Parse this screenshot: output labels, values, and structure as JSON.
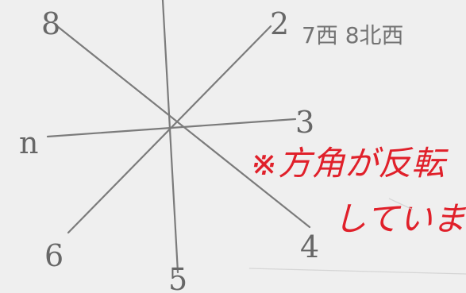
{
  "diagram": {
    "numbers": {
      "n8": "8",
      "n2": "2",
      "n7": "n",
      "n3": "3",
      "n6": "6",
      "n5": "5",
      "n4": "4"
    },
    "note_pencil": "7西 8北西",
    "note_red_line1": "※方角が反転",
    "note_red_line2": "しています",
    "colors": {
      "paper": "#efefef",
      "pencil": "#7a7a7a",
      "red_pen": "#e0202a"
    }
  }
}
